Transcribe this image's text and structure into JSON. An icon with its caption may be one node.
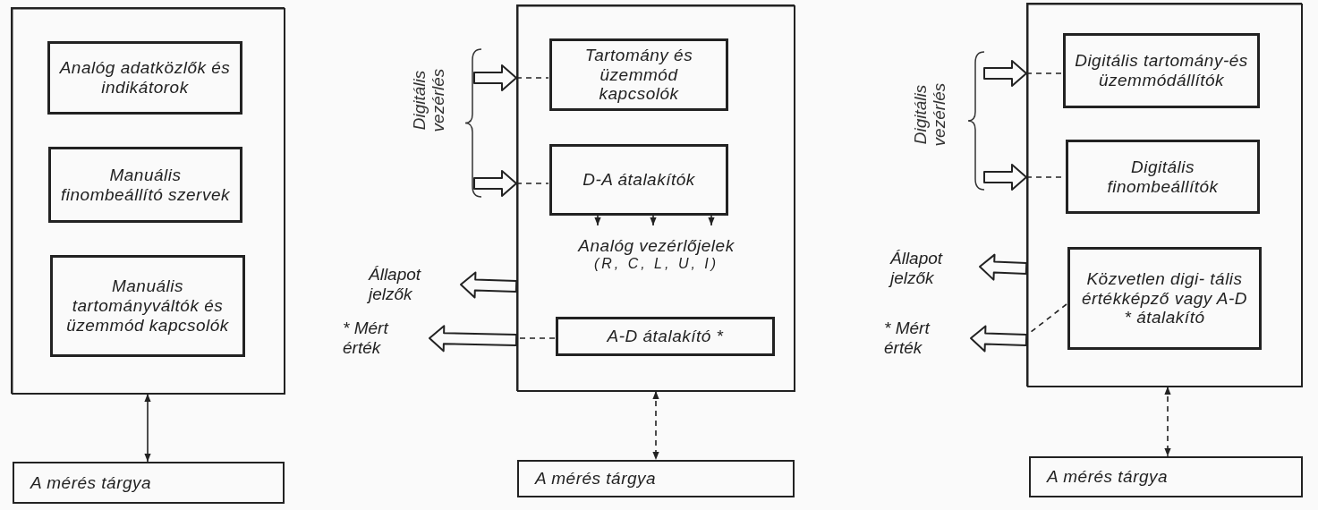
{
  "diagram": {
    "nodes": [
      {
        "text": [],
        "shape": "box"
      },
      {
        "text": [
          "Analóg adatközlők és indikátorok"
        ],
        "in": 0
      },
      {
        "text": [
          "Manuális finombeállító szervek"
        ],
        "in": 0
      },
      {
        "text": [
          "Manuális tartományváltók és üzemmód kapcsolók"
        ],
        "in": 0
      },
      {
        "text": [
          "A mérés tárgya"
        ]
      },
      {
        "text": [],
        "shape": "box"
      },
      {
        "text": [
          "Tartomány és üzemmód kapcsolók"
        ],
        "in": 5
      },
      {
        "text": [
          "D-A átalakítók"
        ],
        "in": 5
      },
      {
        "text": [
          "Analóg vezérlőjelek",
          "(R, C, L, U, I)"
        ],
        "in": 5
      },
      {
        "text": [
          "A-D átalakító *"
        ],
        "in": 5
      },
      {
        "text": [
          "Állapot jelzők"
        ]
      },
      {
        "text": [
          "* Mért érték"
        ]
      },
      {
        "text": [
          "A mérés tárgya"
        ]
      },
      {
        "text": [],
        "shape": "box"
      },
      {
        "text": [
          "Digitális tartomány-és üzemmódállítók"
        ],
        "in": 13
      },
      {
        "text": [
          "Digitális finombeállítók"
        ],
        "in": 13
      },
      {
        "text": [
          "Közvetlen digi- tális értékképző vagy A-D * átalakító"
        ],
        "in": 13
      },
      {
        "text": [
          "Állapot jelzők"
        ]
      },
      {
        "text": [
          "* Mért érték"
        ]
      },
      {
        "text": [
          "A mérés tárgya"
        ]
      }
    ],
    "edges": [
      {
        "from": 0,
        "to": 4,
        "arrow": "both"
      },
      {
        "from": null,
        "to": 5,
        "arrow": "to",
        "style": "thick"
      },
      {
        "from": 5,
        "to": 6,
        "arrow": "none",
        "style": "dashed"
      },
      {
        "from": null,
        "to": 5,
        "arrow": "to",
        "style": "thick"
      },
      {
        "from": 5,
        "to": 7,
        "arrow": "none",
        "style": "dashed"
      },
      {
        "from": 7,
        "to": 8,
        "arrow": "to"
      },
      {
        "from": 7,
        "to": 8,
        "arrow": "to"
      },
      {
        "from": 7,
        "to": 8,
        "arrow": "to"
      },
      {
        "from": 5,
        "to": 10,
        "arrow": "to",
        "style": "thick"
      },
      {
        "from": 5,
        "to": 11,
        "arrow": "to",
        "style": "thick"
      },
      {
        "from": 9,
        "to": 5,
        "arrow": "none",
        "style": "dashed"
      },
      {
        "from": 5,
        "to": 12,
        "arrow": "both",
        "style": "dashed"
      },
      {
        "from": null,
        "to": 13,
        "arrow": "to",
        "style": "thick"
      },
      {
        "from": 13,
        "to": 14,
        "arrow": "none",
        "style": "dashed"
      },
      {
        "from": null,
        "to": 13,
        "arrow": "to",
        "style": "thick"
      },
      {
        "from": 13,
        "to": 15,
        "arrow": "none",
        "style": "dashed"
      },
      {
        "from": 13,
        "to": 17,
        "arrow": "to",
        "style": "thick"
      },
      {
        "from": 13,
        "to": 18,
        "arrow": "to",
        "style": "thick"
      },
      {
        "from": 16,
        "to": 13,
        "arrow": "none",
        "style": "dashed"
      },
      {
        "from": 13,
        "to": 19,
        "arrow": "both",
        "style": "dashed"
      }
    ],
    "labels": [
      "Digitális vezérlés",
      "Digitális vezérlés"
    ]
  }
}
